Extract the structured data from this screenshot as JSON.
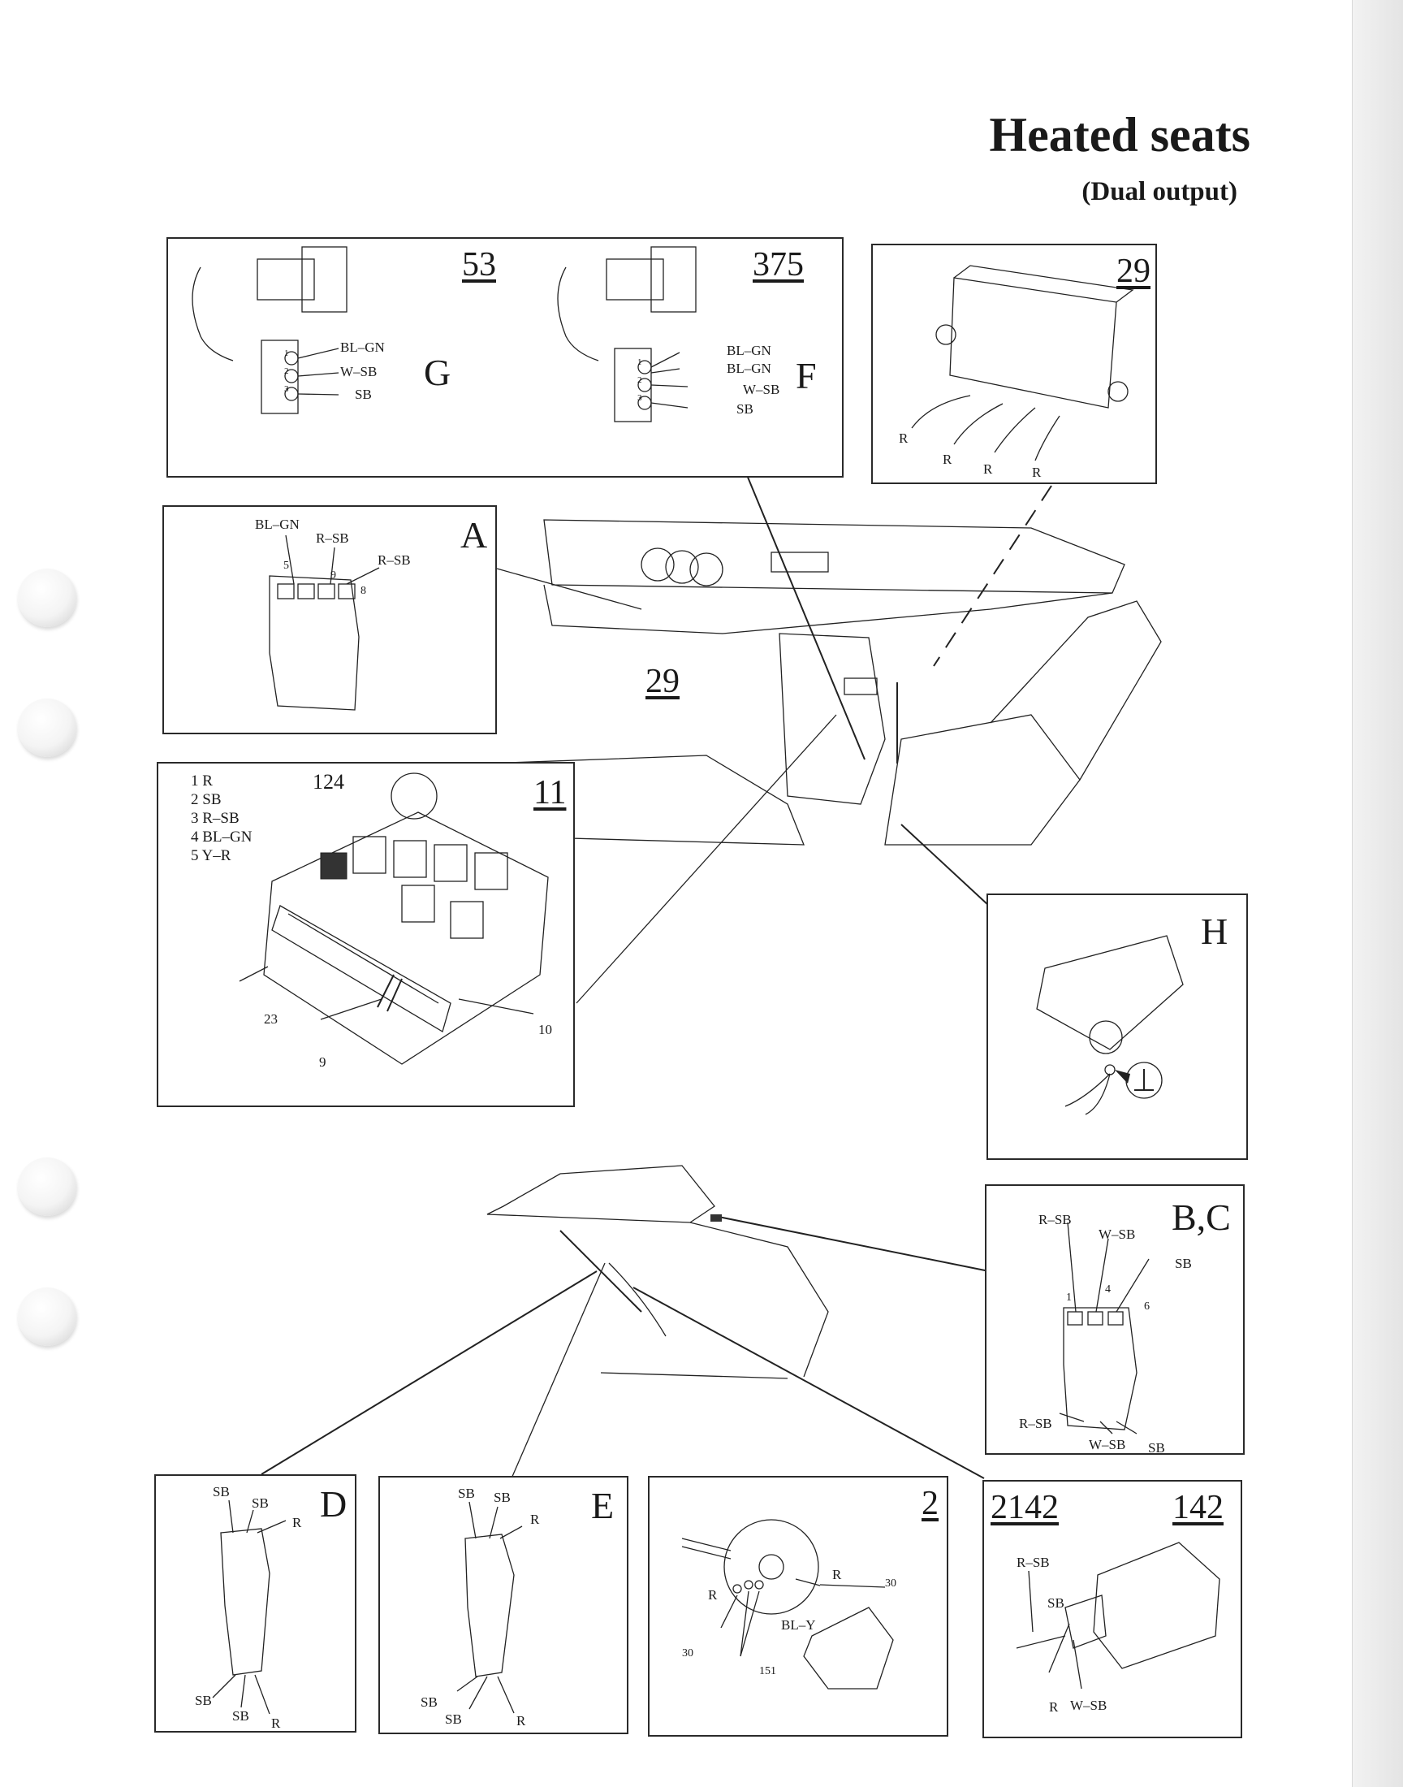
{
  "title": "Heated seats",
  "subtitle": "(Dual output)",
  "panels": {
    "switch_g": {
      "number": "53",
      "letter": "G",
      "pins": [
        "1",
        "2",
        "3"
      ],
      "wires": [
        "BL–GN",
        "W–SB",
        "SB"
      ]
    },
    "switch_f": {
      "number": "375",
      "letter": "F",
      "pins": [
        "1",
        "2",
        "3"
      ],
      "wires": [
        "BL–GN",
        "BL–GN",
        "W–SB",
        "SB"
      ]
    },
    "module_29": {
      "number": "29",
      "wires": [
        "R",
        "R",
        "R",
        "R"
      ]
    },
    "connector_a": {
      "letter": "A",
      "wires": [
        "BL–GN",
        "R–SB",
        "R–SB"
      ],
      "pins": [
        "5",
        "9",
        "8"
      ]
    },
    "fusebox_11": {
      "number": "11",
      "relay": "124",
      "legend": [
        "1 R",
        "2 SB",
        "3 R–SB",
        "4 BL–GN",
        "5 Y–R"
      ],
      "callouts": [
        "23",
        "9",
        "10"
      ]
    },
    "ground_h": {
      "letter": "H"
    },
    "connector_bc": {
      "letter": "B,C",
      "top_wires": [
        "R–SB",
        "W–SB",
        "SB"
      ],
      "pins": [
        "1",
        "4",
        "6"
      ],
      "bottom_wires": [
        "R–SB",
        "W–SB",
        "SB"
      ]
    },
    "connector_d": {
      "letter": "D",
      "top_wires": [
        "SB",
        "SB",
        "R"
      ],
      "bottom_wires": [
        "SB",
        "SB",
        "R"
      ]
    },
    "connector_e": {
      "letter": "E",
      "top_wires": [
        "SB",
        "SB",
        "R"
      ],
      "bottom_wires": [
        "SB",
        "SB",
        "R"
      ]
    },
    "ignition_2": {
      "number": "2",
      "wires": [
        "R",
        "30",
        "R",
        "BL–Y",
        "30",
        "151"
      ]
    },
    "relay_142": {
      "number_left": "2142",
      "number_right": "142",
      "wires": [
        "R–SB",
        "SB",
        "R",
        "W–SB"
      ]
    }
  },
  "dashboard_callout": "29"
}
